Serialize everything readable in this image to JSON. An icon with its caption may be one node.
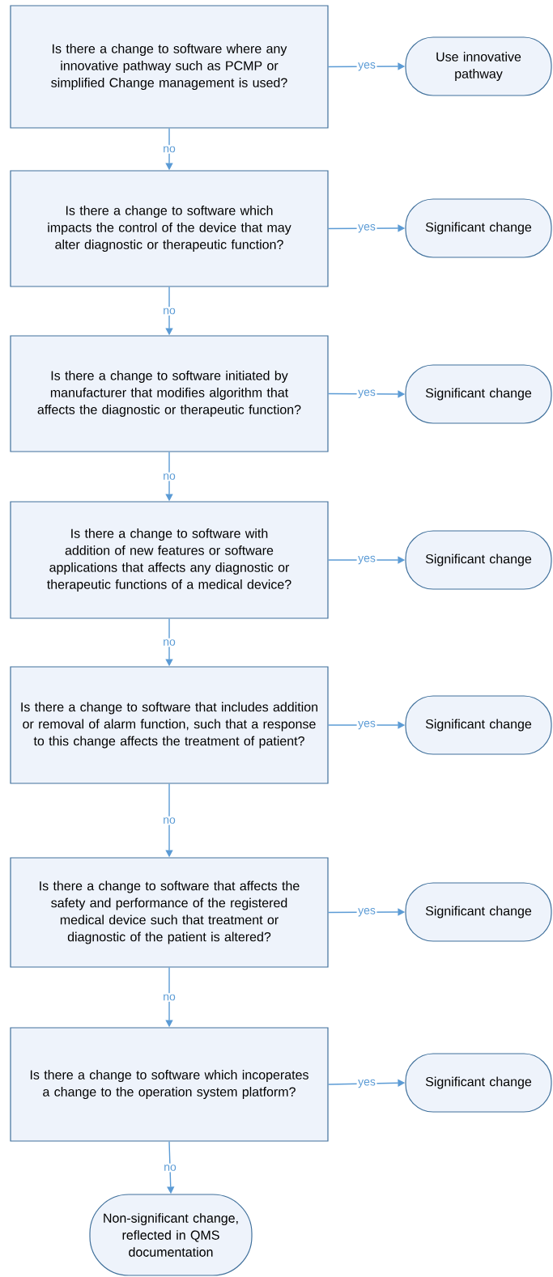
{
  "diagram": {
    "nodes": [
      {
        "text": [
          "Is there a change to software where any innovative pathway such as PCMP or simplified Change management  is used?"
        ]
      },
      {
        "text": [
          "Use innovative pathway"
        ]
      },
      {
        "text": [
          "Is there a change to software which impacts the control of the device that may alter diagnostic or therapeutic function?"
        ]
      },
      {
        "text": [
          "Significant change"
        ]
      },
      {
        "text": [
          "Is there a change to software initiated by manufacturer that modifies algorithm that affects the diagnostic or therapeutic function?"
        ]
      },
      {
        "text": [
          "Significant change"
        ]
      },
      {
        "text": [
          "Is there a change to software with addition of new features or software applications that affects any diagnostic or therapeutic functions of a medical device?"
        ]
      },
      {
        "text": [
          "Significant change"
        ]
      },
      {
        "text": [
          "Is there a change to software that includes addition or removal of alarm function, such that a response to this change affects the treatment of patient?"
        ]
      },
      {
        "text": [
          "Significant change"
        ]
      },
      {
        "text": [
          "Is there a change to software that affects the safety and performance of the registered medical device such that treatment or diagnostic of the patient is altered?"
        ]
      },
      {
        "text": [
          "Significant change"
        ]
      },
      {
        "text": [
          "Is there a change to software which incoperates a change to the operation system platform?"
        ]
      },
      {
        "text": [
          "Significant change"
        ]
      },
      {
        "text": [
          "Non-significant change, reflected in QMS documentation"
        ]
      }
    ],
    "edges": [
      {
        "from": 0,
        "to": 1,
        "arrow": "to",
        "label": "yes"
      },
      {
        "from": 0,
        "to": 2,
        "arrow": "to",
        "label": "no"
      },
      {
        "from": 2,
        "to": 3,
        "arrow": "to",
        "label": "yes"
      },
      {
        "from": 2,
        "to": 4,
        "arrow": "to",
        "label": "no"
      },
      {
        "from": 4,
        "to": 5,
        "arrow": "to",
        "label": "yes"
      },
      {
        "from": 4,
        "to": 6,
        "arrow": "to",
        "label": "no"
      },
      {
        "from": 6,
        "to": 7,
        "arrow": "to",
        "label": "yes"
      },
      {
        "from": 6,
        "to": 8,
        "arrow": "to",
        "label": "no"
      },
      {
        "from": 8,
        "to": 9,
        "arrow": "to",
        "label": "yes"
      },
      {
        "from": 8,
        "to": 10,
        "arrow": "to",
        "label": "no"
      },
      {
        "from": 10,
        "to": 11,
        "arrow": "to",
        "label": "yes"
      },
      {
        "from": 10,
        "to": 12,
        "arrow": "to",
        "label": "no"
      },
      {
        "from": 12,
        "to": 13,
        "arrow": "to",
        "label": "yes"
      },
      {
        "from": 12,
        "to": 14,
        "arrow": "to",
        "label": "no"
      }
    ]
  }
}
